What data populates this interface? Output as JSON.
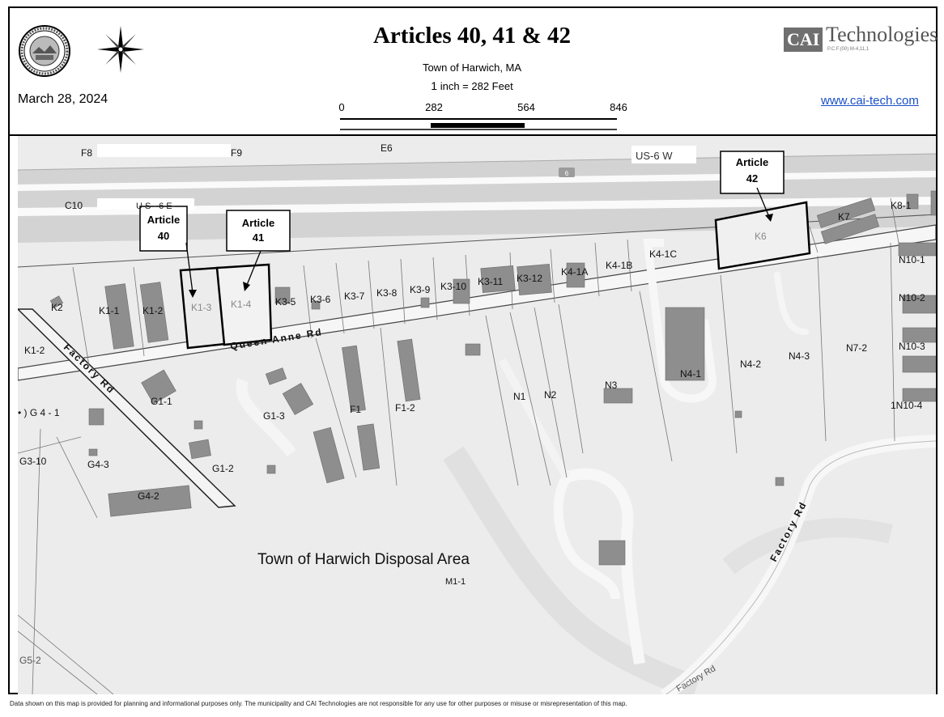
{
  "header": {
    "title": "Articles 40, 41 & 42",
    "subtitle": "Town of Harwich, MA",
    "scale_prefix": "1",
    "scale_text": "inch = 282 Feet",
    "date": "March 28, 2024",
    "scale_labels": [
      "0",
      "282",
      "564",
      "846"
    ],
    "website": "www.cai-tech.com",
    "logo_text_1": "CAI",
    "logo_text_2": "Technologies",
    "logo_small": "P.C.F.(00) M-4,11,1"
  },
  "map": {
    "area_label": "Town of Harwich Disposal Area",
    "roads": {
      "queen_anne": "Queen Anne Rd",
      "factory_left": "Factory Rd",
      "factory_right": "Factory Rd",
      "factory_bottom": "Factory Rd",
      "us6w": "US-6 W",
      "us6e": "U S - 6 E-",
      "route_shield": "6"
    },
    "articles": [
      {
        "id": "article-40",
        "line1": "Article",
        "line2": "40"
      },
      {
        "id": "article-41",
        "line1": "Article",
        "line2": "41"
      },
      {
        "id": "article-42",
        "line1": "Article",
        "line2": "42"
      }
    ],
    "parcels": {
      "F8": "F8",
      "F9": "F9",
      "E6": "E6",
      "C10": "C10",
      "K2": "K2",
      "K1-1": "K1-1",
      "K1-2": "K1-2",
      "K1-3": "K1-3",
      "K1-4": "K1-4",
      "K3-5": "K3-5",
      "K3-6": "K3-6",
      "K3-7": "K3-7",
      "K3-8": "K3-8",
      "K3-9": "K3-9",
      "K3-10": "K3-10",
      "K3-11": "K3-11",
      "K3-12": "K3-12",
      "K4-1A": "K4-1A",
      "K4-1B": "K4-1B",
      "K4-1C": "K4-1C",
      "K6": "K6",
      "K7": "K7",
      "K8-1": "K8-1",
      "N10-1": "N10-1",
      "N10-2": "N10-2",
      "N10-3": "N10-3",
      "N10-4": "1N10-4",
      "K1-2b": "K1-2",
      "G4-1": "• )  G 4 - 1",
      "G1-1": "G1-1",
      "G1-3": "G1-3",
      "G1-2": "G1-2",
      "G3-10": "G3-10",
      "G4-3": "G4-3",
      "G4-2": "G4-2",
      "F1": "F1",
      "F1-2": "F1-2",
      "N1": "N1",
      "N2": "N2",
      "N3": "N3",
      "N4-1": "N4-1",
      "N4-2": "N4-2",
      "N4-3": "N4-3",
      "N7-2": "N7-2",
      "M1-1": "M1-1",
      "G5-2": "G5-2"
    }
  },
  "disclaimer": "Data shown on this map is provided for planning and informational purposes only. The municipality and CAI Technologies are not responsible for any use for other purposes or misuse or misrepresentation of this map.",
  "colors": {
    "map_bg": "#ececec",
    "building": "#8c8c8c",
    "highway": "#cfcfcf",
    "road": "#f4f4f4",
    "link": "#1a4fc8"
  }
}
